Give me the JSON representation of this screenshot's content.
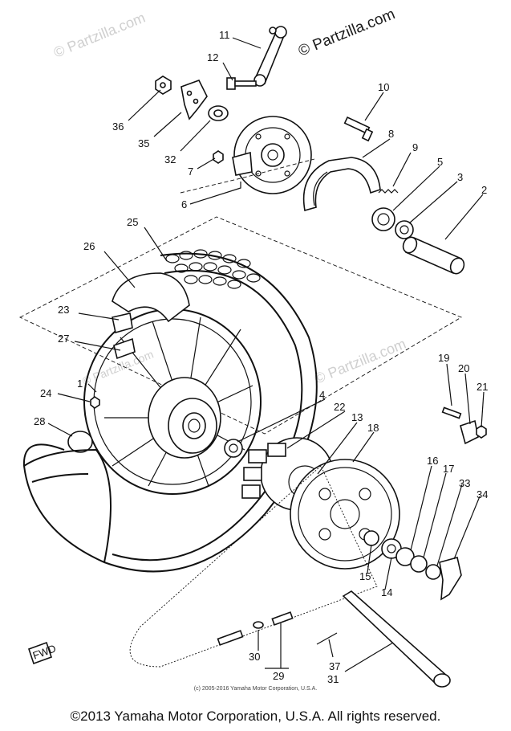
{
  "watermarks": {
    "top_left": "© Partzilla.com",
    "top_right": "© Partzilla.com",
    "center": "© Partzilla.com",
    "mid_left": "© Partzilla.com"
  },
  "labels": {
    "l1": "1",
    "l2": "2",
    "l3": "3",
    "l4": "4",
    "l5": "5",
    "l6": "6",
    "l7": "7",
    "l8": "8",
    "l9": "9",
    "l10": "10",
    "l11": "11",
    "l12": "12",
    "l13": "13",
    "l14": "14",
    "l15": "15",
    "l16": "16",
    "l17": "17",
    "l18": "18",
    "l19": "19",
    "l20": "20",
    "l21": "21",
    "l22": "22",
    "l23": "23",
    "l24": "24",
    "l25": "25",
    "l26": "26",
    "l27": "27",
    "l28": "28",
    "l29": "29",
    "l30": "30",
    "l31": "31",
    "l32": "32",
    "l33": "33",
    "l34": "34",
    "l35": "35",
    "l36": "36",
    "l37": "37"
  },
  "fwd_marker": "FWD",
  "copyright_small": "(c) 2005-2016 Yamaha Motor Corporation, U.S.A.",
  "copyright_main": "©2013 Yamaha Motor Corporation, U.S.A. All rights reserved."
}
